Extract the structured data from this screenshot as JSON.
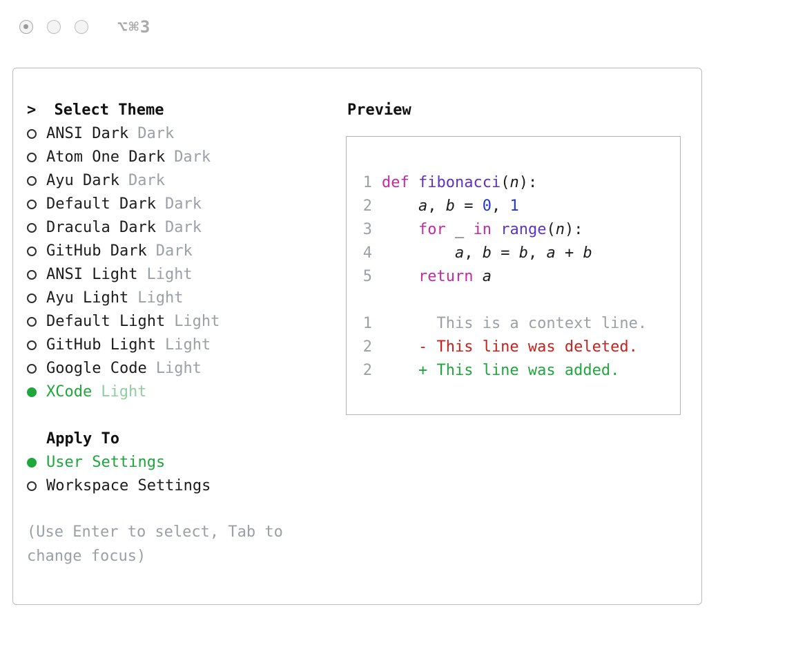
{
  "titlebar": {
    "shortcut_label": "⌥⌘3",
    "traffic_lights": [
      "close",
      "minimize",
      "zoom"
    ]
  },
  "colors": {
    "green": "#1FA63C",
    "selected_variant": "#8FCF9F",
    "red": "#C9211B",
    "keyword": "#C32B9E",
    "function": "#5C33C6",
    "number": "#2337CF",
    "gray": "#9AA0A6",
    "text": "#1C1C1C"
  },
  "theme_picker": {
    "prompt_prefix": ">",
    "title": "Select Theme",
    "items": [
      {
        "label": "ANSI Dark",
        "variant": "Dark",
        "selected": false
      },
      {
        "label": "Atom One Dark",
        "variant": "Dark",
        "selected": false
      },
      {
        "label": "Ayu Dark",
        "variant": "Dark",
        "selected": false
      },
      {
        "label": "Default Dark",
        "variant": "Dark",
        "selected": false
      },
      {
        "label": "Dracula Dark",
        "variant": "Dark",
        "selected": false
      },
      {
        "label": "GitHub Dark",
        "variant": "Dark",
        "selected": false
      },
      {
        "label": "ANSI Light",
        "variant": "Light",
        "selected": false
      },
      {
        "label": "Ayu Light",
        "variant": "Light",
        "selected": false
      },
      {
        "label": "Default Light",
        "variant": "Light",
        "selected": false
      },
      {
        "label": "GitHub Light",
        "variant": "Light",
        "selected": false
      },
      {
        "label": "Google Code",
        "variant": "Light",
        "selected": false
      },
      {
        "label": "XCode",
        "variant": "Light",
        "selected": true
      }
    ]
  },
  "apply_to": {
    "title": "Apply To",
    "options": [
      {
        "label": "User Settings",
        "selected": true
      },
      {
        "label": "Workspace Settings",
        "selected": false
      }
    ]
  },
  "hint": "(Use Enter to select, Tab to change focus)",
  "preview": {
    "title": "Preview",
    "lines": [
      {
        "num": "1",
        "tokens": [
          [
            "kw",
            "def "
          ],
          [
            "fn",
            "fibonacci"
          ],
          [
            "pl",
            "("
          ],
          [
            "var",
            "n"
          ],
          [
            "pl",
            "):"
          ]
        ]
      },
      {
        "num": "2",
        "tokens": [
          [
            "pl",
            "    "
          ],
          [
            "var",
            "a"
          ],
          [
            "pl",
            ", "
          ],
          [
            "var",
            "b"
          ],
          [
            "pl",
            " = "
          ],
          [
            "num",
            "0"
          ],
          [
            "pl",
            ", "
          ],
          [
            "num",
            "1"
          ]
        ]
      },
      {
        "num": "3",
        "tokens": [
          [
            "pl",
            "    "
          ],
          [
            "kw",
            "for "
          ],
          [
            "pl",
            "_ "
          ],
          [
            "kw",
            "in "
          ],
          [
            "fn",
            "range"
          ],
          [
            "pl",
            "("
          ],
          [
            "var",
            "n"
          ],
          [
            "pl",
            "):"
          ]
        ]
      },
      {
        "num": "4",
        "tokens": [
          [
            "pl",
            "        "
          ],
          [
            "var",
            "a"
          ],
          [
            "pl",
            ", "
          ],
          [
            "var",
            "b"
          ],
          [
            "pl",
            " = "
          ],
          [
            "var",
            "b"
          ],
          [
            "pl",
            ", "
          ],
          [
            "var",
            "a"
          ],
          [
            "pl",
            " + "
          ],
          [
            "var",
            "b"
          ]
        ]
      },
      {
        "num": "5",
        "tokens": [
          [
            "pl",
            "    "
          ],
          [
            "kw",
            "return "
          ],
          [
            "var",
            "a"
          ]
        ]
      },
      {
        "num": "",
        "tokens": []
      },
      {
        "num": "1",
        "tokens": [
          [
            "gray",
            "      This is a context line."
          ]
        ]
      },
      {
        "num": "2",
        "tokens": [
          [
            "red",
            "    - This line was deleted."
          ]
        ]
      },
      {
        "num": "2",
        "tokens": [
          [
            "green",
            "    + This line was added."
          ]
        ]
      }
    ]
  }
}
